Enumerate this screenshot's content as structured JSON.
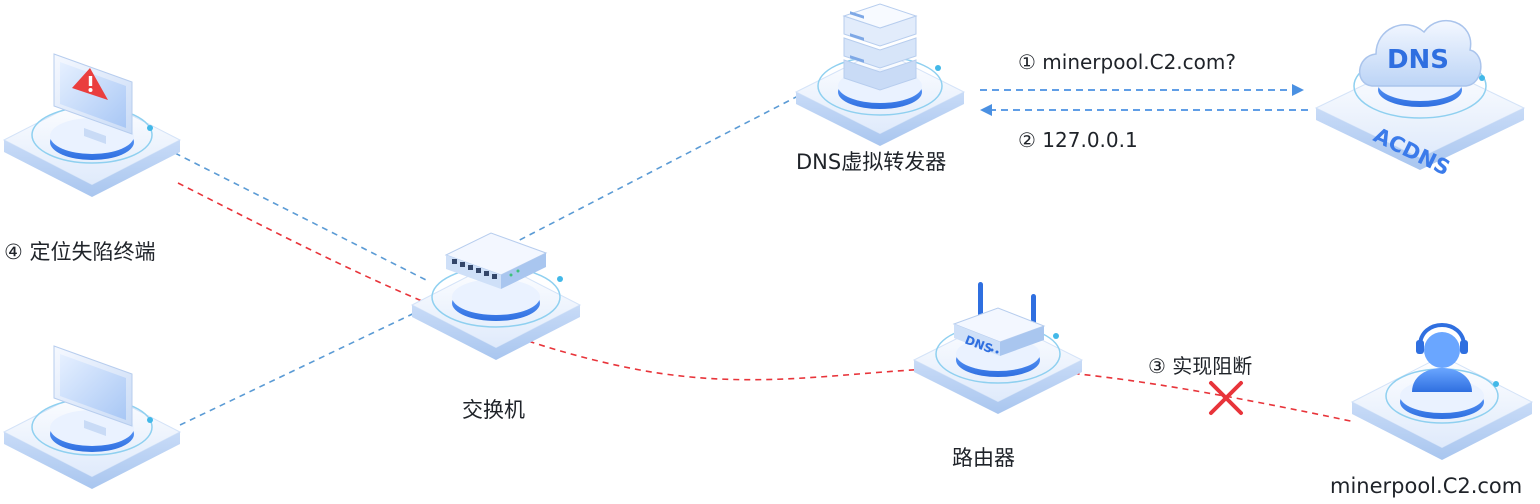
{
  "nodes": {
    "terminal_infected": {
      "label": "④ 定位失陷终端",
      "icon": "warning-monitor-icon"
    },
    "terminal_normal": {
      "label": "",
      "icon": "monitor-icon"
    },
    "switch": {
      "label": "交换机",
      "icon": "network-switch-icon"
    },
    "dns_forwarder": {
      "label": "DNS虚拟转发器",
      "icon": "server-stack-icon"
    },
    "acdns": {
      "label": "ACDNS",
      "cloud_text": "DNS",
      "icon": "dns-cloud-icon"
    },
    "router": {
      "label": "路由器",
      "badge": "DNS",
      "icon": "router-icon"
    },
    "c2_host": {
      "label": "minerpool.C2.com",
      "icon": "user-headset-icon"
    }
  },
  "steps": {
    "query": "① minerpool.C2.com?",
    "reply": "② 127.0.0.1",
    "block": "③ 实现阻断"
  },
  "colors": {
    "blue_line": "#5b9bd5",
    "red_line": "#e8343a",
    "arrow": "#4a90e2",
    "platform": "#e8f1ff",
    "accent": "#2f7cf6"
  }
}
